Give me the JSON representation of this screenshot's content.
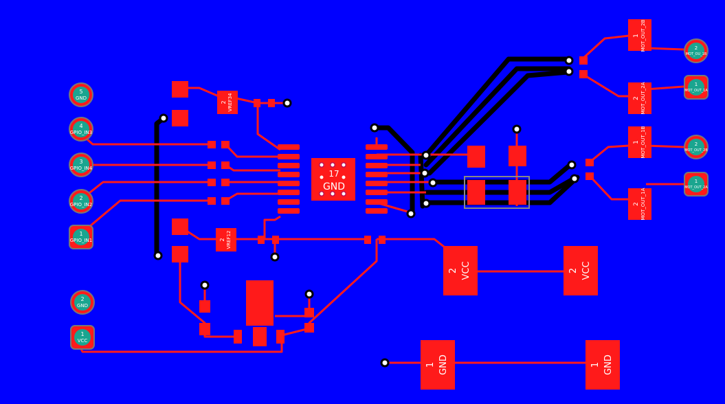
{
  "colors": {
    "background": "#0000ff",
    "copper": "#ff2020",
    "bottom_trace": "#000000",
    "pad_teal": "#1aa58f"
  },
  "left_header": {
    "pins": [
      {
        "num": "5",
        "net": "GND"
      },
      {
        "num": "4",
        "net": "GPIO_IN3"
      },
      {
        "num": "3",
        "net": "GPIO_IN4"
      },
      {
        "num": "2",
        "net": "GPIO_IN2"
      },
      {
        "num": "1",
        "net": "GPIO_IN1"
      }
    ]
  },
  "power_header": {
    "pins": [
      {
        "num": "2",
        "net": "GND"
      },
      {
        "num": "1",
        "net": "VCC"
      }
    ]
  },
  "right_header": {
    "pins": [
      {
        "num": "2",
        "net": "MOT_OU_1B"
      },
      {
        "num": "1",
        "net": "MOT_OUT_1A"
      },
      {
        "num": "2",
        "net": "MOT_OUT_2B"
      },
      {
        "num": "1",
        "net": "MOT_OUT_2A"
      }
    ]
  },
  "motor_pads": [
    {
      "num": "1",
      "net": "MOT_OUT_2B"
    },
    {
      "num": "2",
      "net": "MOT_OUT_2A"
    },
    {
      "num": "1",
      "net": "MOT_OUT_1B"
    },
    {
      "num": "2",
      "net": "MOT_OUT_1A"
    }
  ],
  "vref_pads": [
    {
      "num": "2",
      "net": "VREF34"
    },
    {
      "num": "2",
      "net": "VREF12"
    }
  ],
  "big_pads": {
    "vcc_left": {
      "num": "2",
      "net": "VCC"
    },
    "vcc_right": {
      "num": "2",
      "net": "VCC"
    },
    "gnd_left": {
      "num": "1",
      "net": "GND"
    },
    "gnd_right": {
      "num": "1",
      "net": "GND"
    }
  },
  "thermal_pad": {
    "num": "17",
    "net": "GND"
  }
}
